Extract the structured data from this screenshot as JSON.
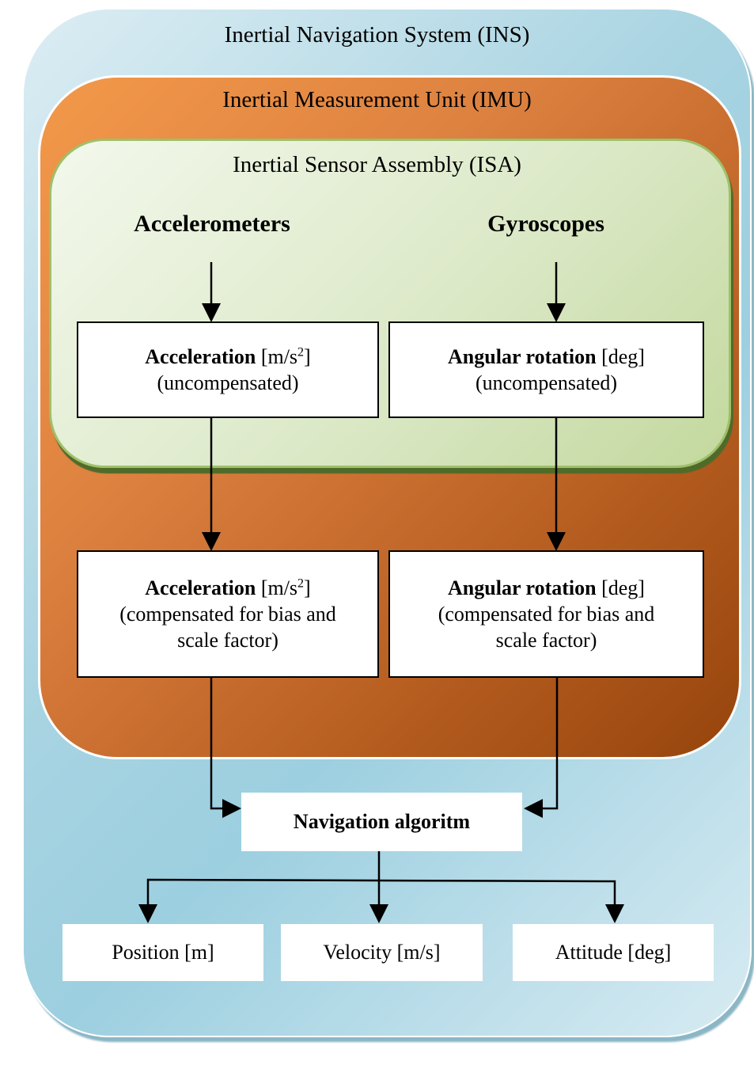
{
  "ins": {
    "title": "Inertial Navigation System (INS)"
  },
  "imu": {
    "title": "Inertial Measurement Unit (IMU)"
  },
  "isa": {
    "title": "Inertial Sensor Assembly (ISA)",
    "accelerometers": "Accelerometers",
    "gyroscopes": "Gyroscopes"
  },
  "raw": {
    "accel": {
      "name": "Acceleration",
      "unit": "[m/s",
      "unit_sup": "2",
      "unit_end": "]",
      "note": "(uncompensated)"
    },
    "gyro": {
      "name": "Angular rotation",
      "unit": "[deg]",
      "note": "(uncompensated)"
    }
  },
  "compensated": {
    "accel": {
      "name": "Acceleration",
      "unit": "[m/s",
      "unit_sup": "2",
      "unit_end": "]",
      "line2": "(compensated for bias and",
      "line3": "scale factor)"
    },
    "gyro": {
      "name": "Angular rotation",
      "unit": "[deg]",
      "line2": "(compensated for bias and",
      "line3": "scale factor)"
    }
  },
  "nav": {
    "label": "Navigation algoritm"
  },
  "outputs": {
    "position": "Position [m]",
    "velocity": "Velocity [m/s]",
    "attitude": "Attitude [deg]"
  }
}
